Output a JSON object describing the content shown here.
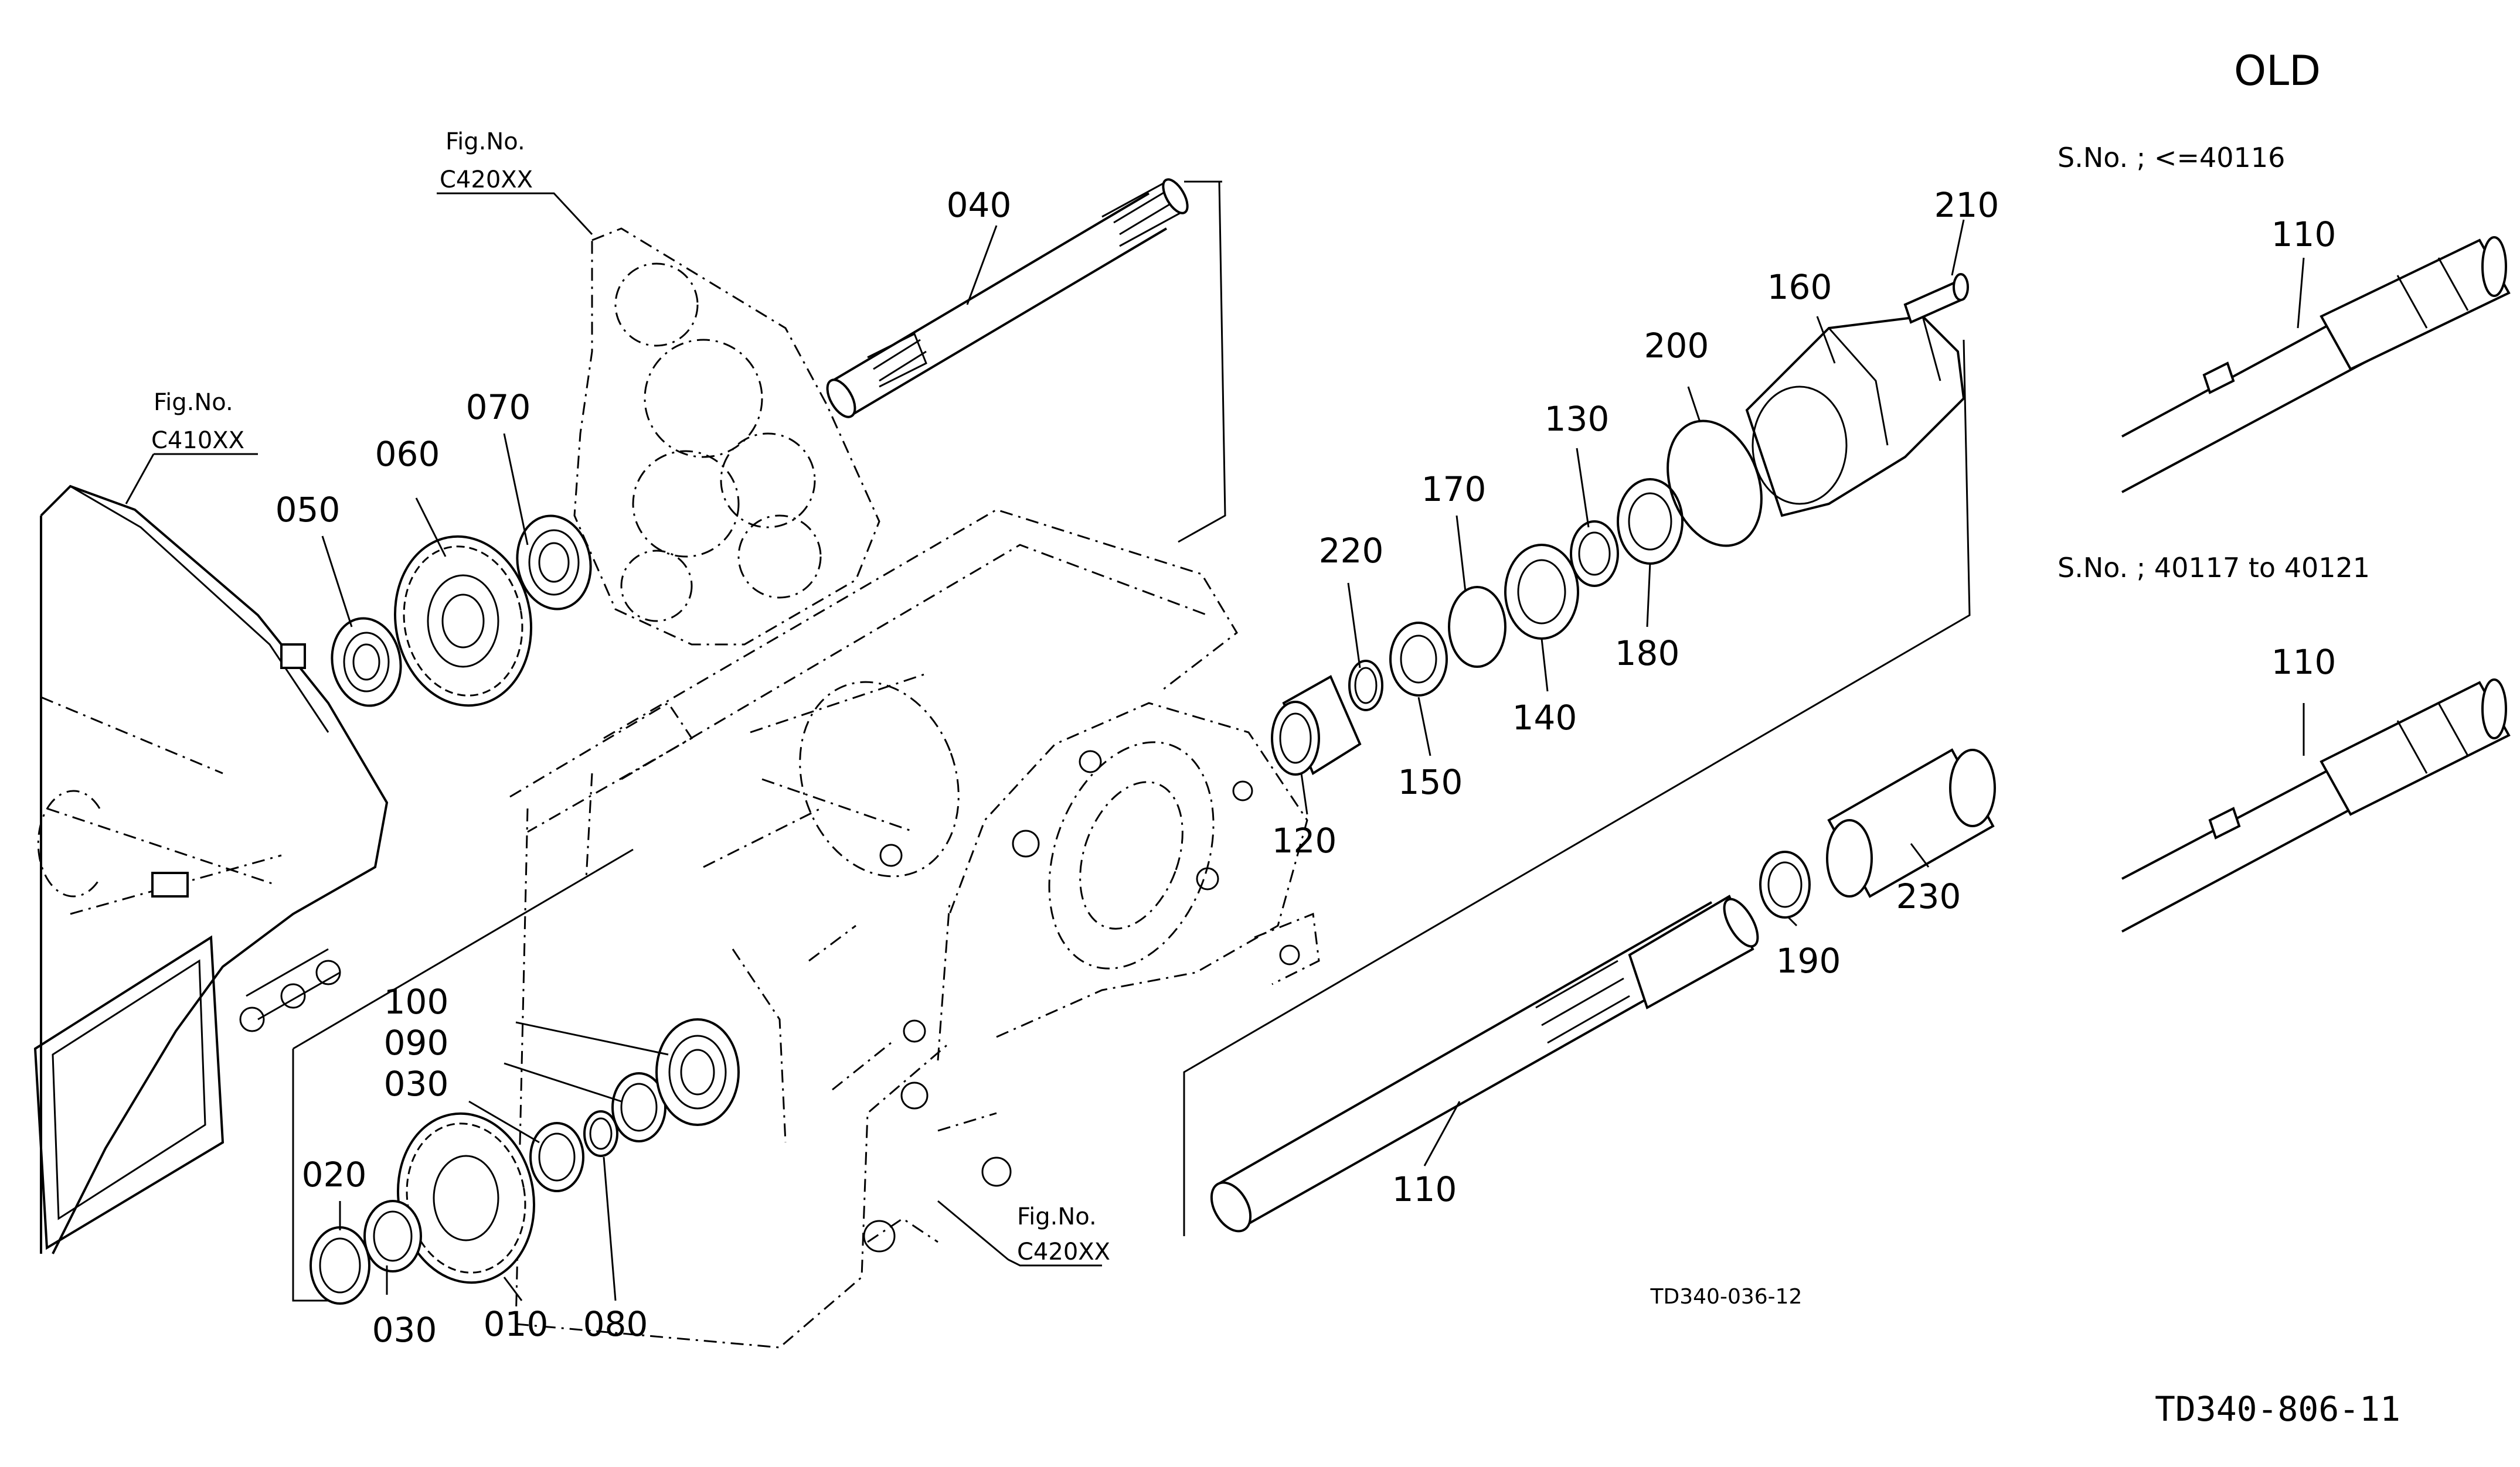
{
  "diagram": {
    "status_label": "OLD",
    "drawing_code": "TD340-806-11",
    "sub_drawing_code": "TD340-036-12",
    "figure_refs": [
      {
        "fig": "Fig.No.",
        "code": "C420XX"
      },
      {
        "fig": "Fig.No.",
        "code": "C410XX"
      },
      {
        "fig": "Fig.No.",
        "code": "C420XX"
      }
    ],
    "serial_variants": [
      {
        "serial": "S.No. ; <=40116",
        "part": "110"
      },
      {
        "serial": "S.No. ; 40117 to 40121",
        "part": "110"
      }
    ],
    "part_callouts": [
      "040",
      "070",
      "060",
      "050",
      "100",
      "090",
      "030",
      "020",
      "030",
      "010",
      "080",
      "210",
      "160",
      "200",
      "130",
      "170",
      "220",
      "140",
      "180",
      "150",
      "120",
      "110",
      "190",
      "230"
    ]
  }
}
